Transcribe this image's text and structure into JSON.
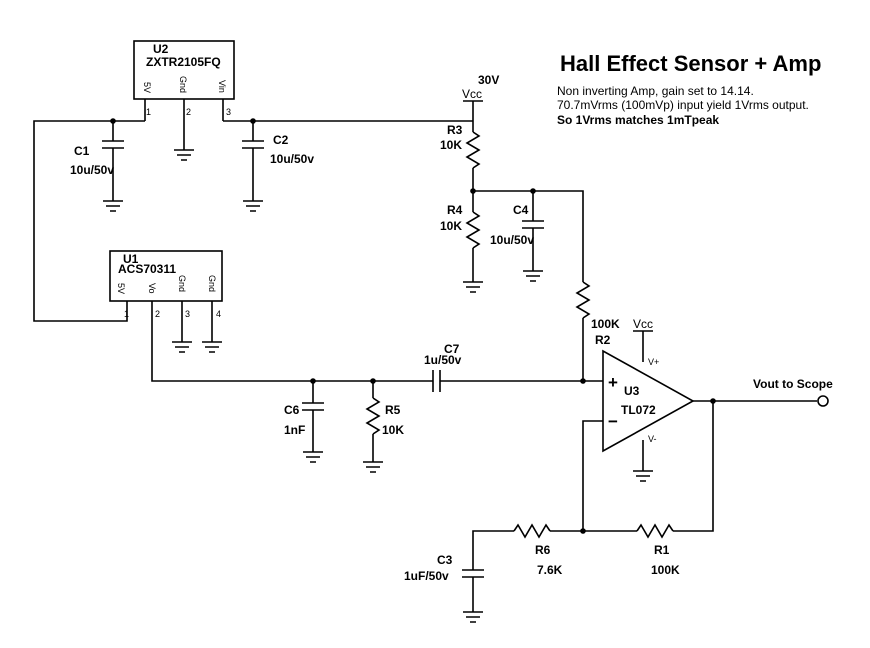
{
  "title": "Hall Effect Sensor + Amp",
  "notes": [
    "Non inverting Amp, gain set to 14.14.",
    "70.7mVrms (100mVp) input yield 1Vrms output."
  ],
  "note_bold": "So 1Vrms matches 1mTpeak",
  "supply": {
    "voltage": "30V",
    "net": "Vcc"
  },
  "u2": {
    "ref": "U2",
    "part": "ZXTR2105FQ",
    "pins": [
      "5V",
      "Gnd",
      "Vin"
    ],
    "pin_numbers": [
      "1",
      "2",
      "3"
    ]
  },
  "u1": {
    "ref": "U1",
    "part": "ACS70311",
    "pins": [
      "5V",
      "Vo",
      "Gnd",
      "Gnd"
    ],
    "pin_numbers": [
      "1",
      "2",
      "3",
      "4"
    ]
  },
  "u3": {
    "ref": "U3",
    "part": "TL072",
    "plus": "+",
    "minus": "−",
    "vplus": "V+",
    "vminus": "V-",
    "vcc": "Vcc"
  },
  "components": {
    "c1": {
      "ref": "C1",
      "value": "10u/50v"
    },
    "c2": {
      "ref": "C2",
      "value": "10u/50v"
    },
    "c3": {
      "ref": "C3",
      "value": "1uF/50v"
    },
    "c4": {
      "ref": "C4",
      "value": "10u/50v"
    },
    "c6": {
      "ref": "C6",
      "value": "1nF"
    },
    "c7": {
      "ref": "C7",
      "value": "1u/50v"
    },
    "r1": {
      "ref": "R1",
      "value": "100K"
    },
    "r2": {
      "ref": "R2",
      "value": "100K"
    },
    "r3": {
      "ref": "R3",
      "value": "10K"
    },
    "r4": {
      "ref": "R4",
      "value": "10K"
    },
    "r5": {
      "ref": "R5",
      "value": "10K"
    },
    "r6": {
      "ref": "R6",
      "value": "7.6K"
    }
  },
  "output": {
    "label": "Vout to Scope"
  }
}
